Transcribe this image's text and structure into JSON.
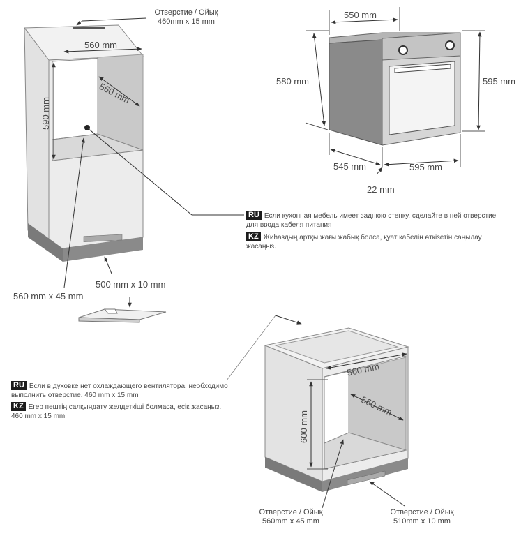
{
  "top_left_cabinet": {
    "opening_label_line1": "Отверстие / Ойық",
    "opening_label_line2": "460mm x 15 mm",
    "width": "560 mm",
    "depth": "560 mm",
    "height": "590 mm",
    "bottom_opening": "500 mm x 10 mm",
    "side_opening": "560 mm x 45 mm"
  },
  "oven": {
    "depth_top": "550 mm",
    "height_body": "580 mm",
    "height_front": "595 mm",
    "depth_body": "545 mm",
    "width_front": "595 mm",
    "front_thickness": "22 mm"
  },
  "note_back_wall": {
    "ru_tag": "RU",
    "ru_text_line1": "Если кухонная мебель имеет  заднюю стенку, сделайте в ней  отверстие",
    "ru_text_line2": "для ввода кабеля питания",
    "kz_tag": "KZ",
    "kz_text_line1": "Жиһаздың артқы жағы жабық болса, қуат кабелін өткізетін саңылау",
    "kz_text_line2": "жасаңыз."
  },
  "note_no_fan": {
    "ru_tag": "RU",
    "ru_text_line1": "Если в духовке нет охлаждающего вентилятора, необходимо",
    "ru_text_line2": "выполнить отверстие. 460 mm x 15 mm",
    "kz_tag": "KZ",
    "kz_text_line1": "Егер пештің салқындату желдеткіші болмаса, есік жасаңыз.",
    "kz_text_line2": "460 mm x 15 mm"
  },
  "bottom_cabinet": {
    "width": "560 mm",
    "depth": "560 mm",
    "height": "600 mm",
    "left_opening_line1": "Отверстие /  Ойық",
    "left_opening_line2": "560mm x 45 mm",
    "right_opening_line1": "Отверстие / Ойық",
    "right_opening_line2": "510mm x 10 mm"
  },
  "colors": {
    "cabinet_light": "#ececec",
    "cabinet_inner": "#c9c9c9",
    "plinth": "#7a7a7a",
    "oven_body": "#8a8a8a",
    "oven_front": "#d6d6d6",
    "tag_bg": "#1c1c1c"
  }
}
